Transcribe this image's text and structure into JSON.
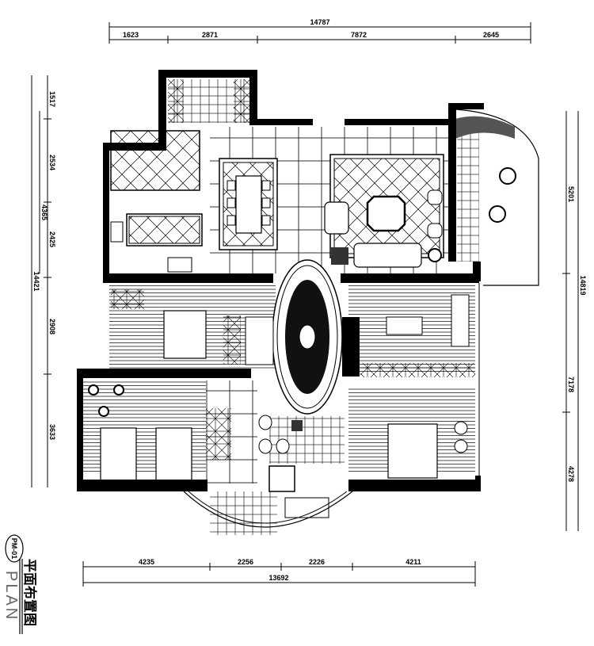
{
  "drawing": {
    "code": "PM-01",
    "title_cn": "平面布置图",
    "title_en": "PLAN"
  },
  "dimensions": {
    "top_total": "14787",
    "top_segments": [
      "1623",
      "2871",
      "7872",
      "2645"
    ],
    "left_total": "14421",
    "left_sub": "4365",
    "left_segments": [
      "1517",
      "2534",
      "2425",
      "2908",
      "3633"
    ],
    "right_total": "14819",
    "right_segments": [
      "5201",
      "7178",
      "4278"
    ],
    "bottom_total": "13692",
    "bottom_segments": [
      "4235",
      "2256",
      "2226",
      "4211"
    ]
  },
  "colors": {
    "wall": "#000000",
    "line": "#000000",
    "title_en": "#666666"
  }
}
